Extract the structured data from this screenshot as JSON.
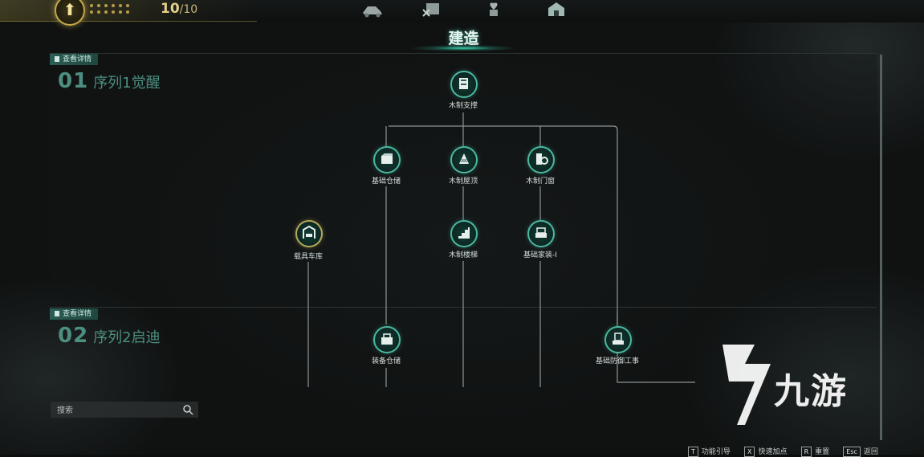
{
  "header": {
    "level_icon": "arrow-up-icon",
    "counter_current": "10",
    "counter_max": "/10",
    "tabs": [
      {
        "icon": "vehicle-tab-icon"
      },
      {
        "icon": "crafting-tab-icon"
      },
      {
        "icon": "plant-tab-icon"
      },
      {
        "icon": "building-tab-icon"
      }
    ],
    "title": "建造"
  },
  "sections": [
    {
      "detail_label": "查看详情",
      "number": "01",
      "name": "序列1觉醒"
    },
    {
      "detail_label": "查看详情",
      "number": "02",
      "name": "序列2启迪"
    }
  ],
  "tree": {
    "nodes": [
      {
        "id": "wood-support",
        "label": "木制支撑",
        "icon": "support-icon",
        "style": "normal"
      },
      {
        "id": "basic-storage",
        "label": "基础仓储",
        "icon": "storage-box-icon",
        "style": "normal"
      },
      {
        "id": "wood-roof",
        "label": "木制屋顶",
        "icon": "roof-icon",
        "style": "normal"
      },
      {
        "id": "wood-door-window",
        "label": "木制门窗",
        "icon": "door-icon",
        "style": "normal"
      },
      {
        "id": "vehicle-garage",
        "label": "载具车库",
        "icon": "garage-icon",
        "style": "gold"
      },
      {
        "id": "wood-stairs",
        "label": "木制楼梯",
        "icon": "stairs-icon",
        "style": "normal"
      },
      {
        "id": "basic-furniture",
        "label": "基础家装-Ⅰ",
        "icon": "furniture-icon",
        "style": "normal"
      },
      {
        "id": "equipment-storage",
        "label": "装备仓储",
        "icon": "equipment-storage-icon",
        "style": "normal"
      },
      {
        "id": "basic-defense",
        "label": "基础防御工事",
        "icon": "defense-icon",
        "style": "normal"
      }
    ]
  },
  "search": {
    "placeholder": "搜索"
  },
  "watermark": {
    "text": "九游",
    "logo_icon": "jiuyou-logo-icon"
  },
  "hints": [
    {
      "key": "T",
      "label": "功能引导"
    },
    {
      "key": "X",
      "label": "快速加点"
    },
    {
      "key": "R",
      "label": "重置"
    },
    {
      "key": "Esc",
      "label": "返回"
    }
  ],
  "colors": {
    "accent": "#4bb8a2",
    "gold": "#c5a84a",
    "section_text": "#4c8f80"
  }
}
